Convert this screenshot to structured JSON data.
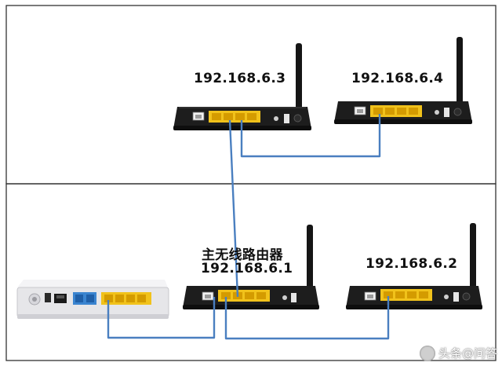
{
  "labels": {
    "router_top_left": "192.168.6.3",
    "router_top_right": "192.168.6.4",
    "main_router_name": "主无线路由器",
    "main_router_ip": "192.168.6.1",
    "router_bottom_right": "192.168.6.2"
  },
  "watermark": "头条@问答",
  "colors": {
    "cable": "#4a7fc0",
    "lan_port": "#f0c020",
    "router_body": "#1c1c1c",
    "modem_body": "#e8e8ea",
    "frame": "#333333",
    "phone_port": "#3a84d0"
  }
}
